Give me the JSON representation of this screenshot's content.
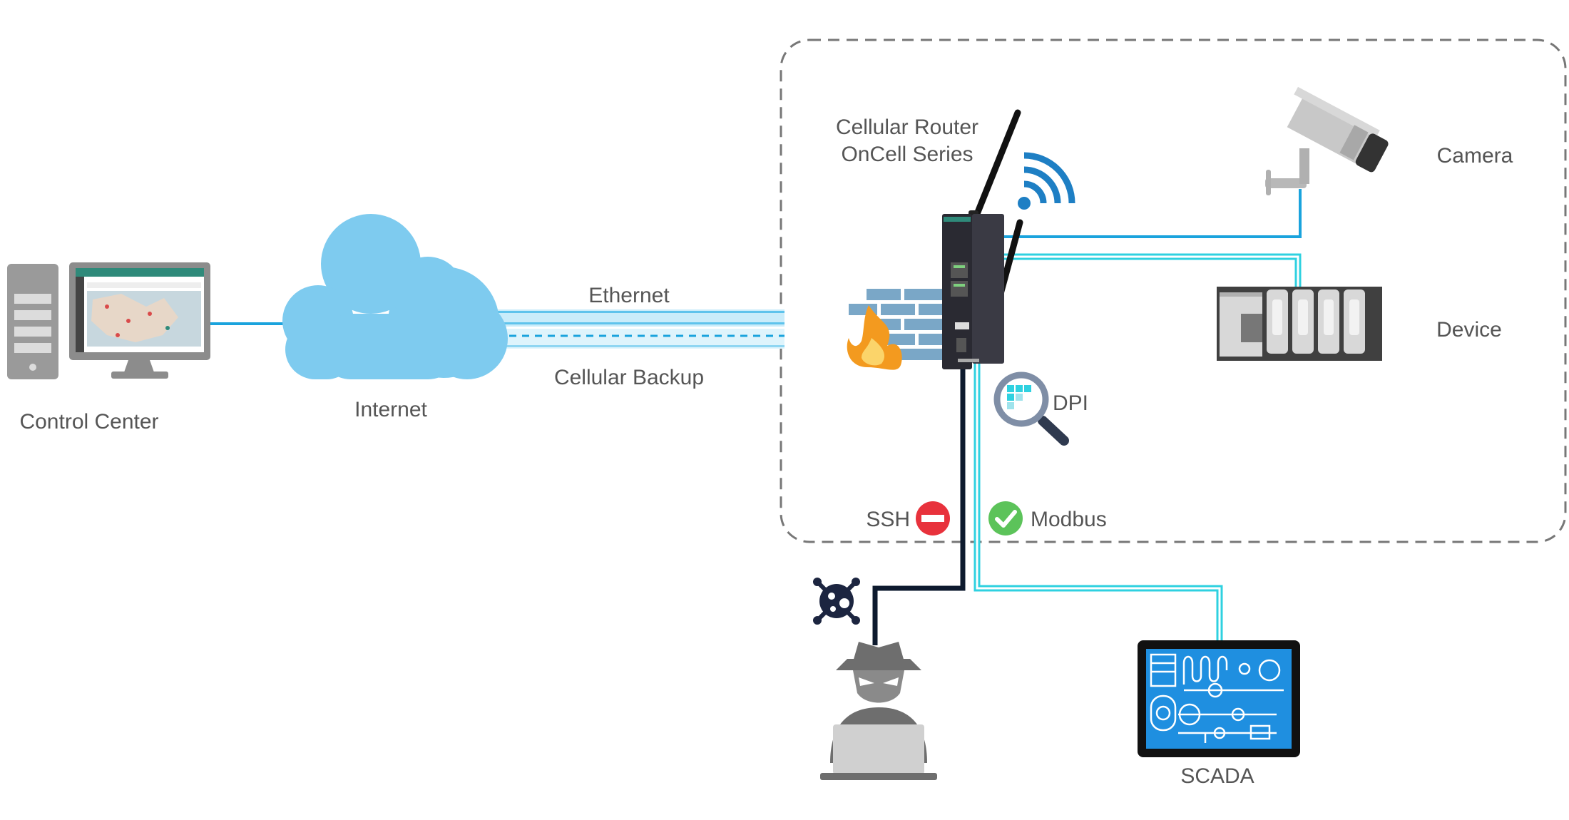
{
  "labels": {
    "control_center": "Control Center",
    "internet": "Internet",
    "ethernet": "Ethernet",
    "cellular_backup": "Cellular Backup",
    "router_line1": "Cellular Router",
    "router_line2": "OnCell Series",
    "camera": "Camera",
    "device": "Device",
    "dpi": "DPI",
    "ssh": "SSH",
    "modbus": "Modbus",
    "scada": "SCADA"
  },
  "colors": {
    "ethernet_line": "#1aa3dd",
    "cellular_line": "#8fd6f2",
    "cyan_line": "#2fd1e0",
    "attack_line": "#0d1a2e",
    "cloud": "#7ecbef",
    "label_text": "#555555",
    "boundary": "#777777",
    "block_red": "#e8323c",
    "allow_green": "#5cc35a"
  },
  "icons": {
    "control_center": "computer-monitor-icon",
    "internet": "cloud-icon",
    "router": "router-icon",
    "wifi": "wifi-signal-icon",
    "firewall": "firewall-icon",
    "camera": "security-camera-icon",
    "device": "plc-device-icon",
    "dpi": "magnifier-icon",
    "ssh_status": "blocked-icon",
    "modbus_status": "check-icon",
    "virus": "virus-icon",
    "hacker": "hacker-icon",
    "scada": "scada-tablet-icon"
  }
}
